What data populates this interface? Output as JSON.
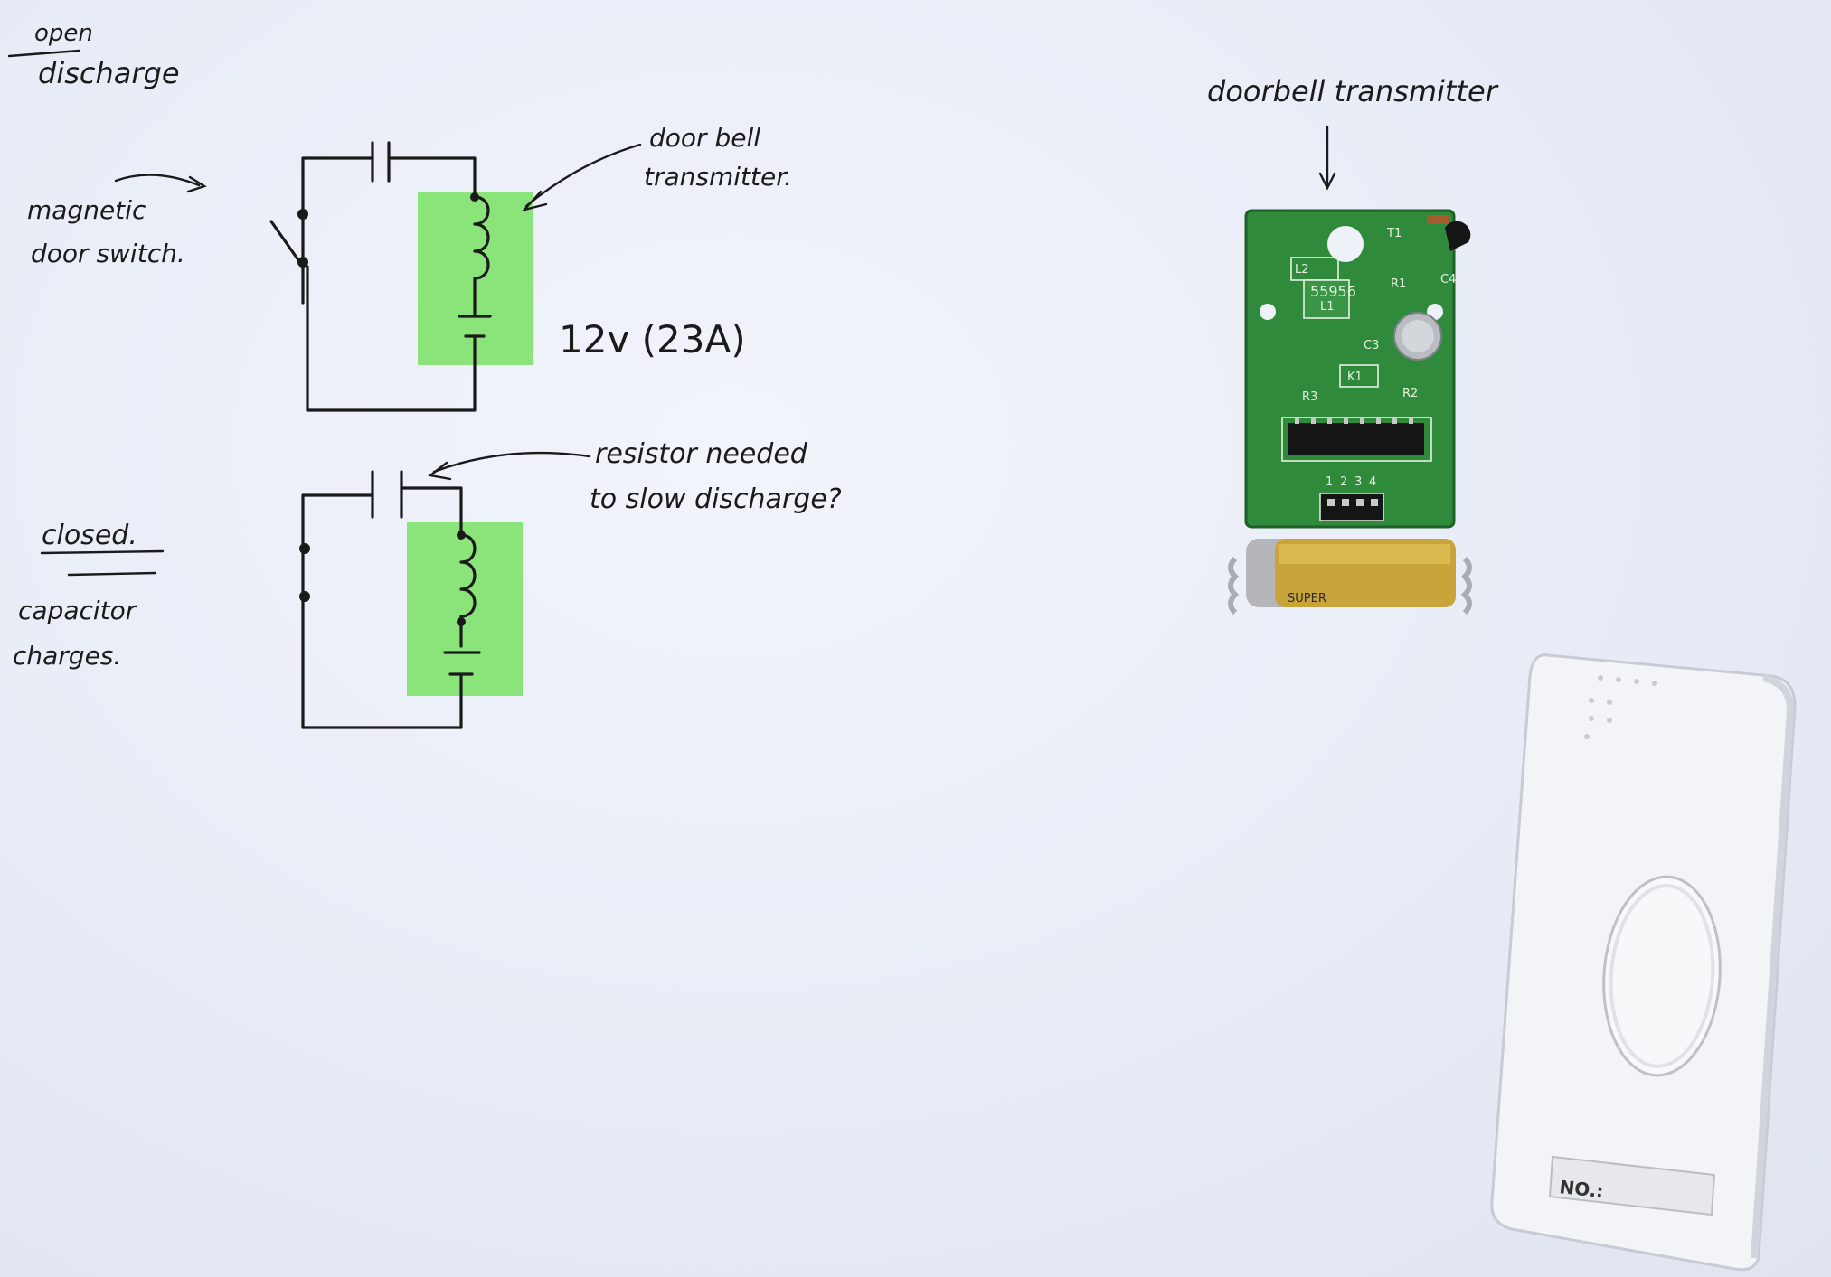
{
  "labels": {
    "open": "open",
    "discharge": "discharge",
    "magnetic": "magnetic",
    "door_switch": "door switch.",
    "door_bell": "door bell",
    "transmitter": "transmitter.",
    "voltage": "12v (23A)",
    "resistor_line1": "resistor needed",
    "resistor_line2": "to slow discharge?",
    "closed": "closed.",
    "capacitor": "capacitor",
    "charges": "charges.",
    "photo_caption": "doorbell transmitter"
  },
  "pcb": {
    "part_number": "55956",
    "components": [
      "L2",
      "T1",
      "R1",
      "C4",
      "L1",
      "C3",
      "K1",
      "R3",
      "R2"
    ],
    "header_pins": [
      "1",
      "2",
      "3",
      "4"
    ],
    "battery_text": "SUPER"
  },
  "doorbell_unit": {
    "label": "NO.:"
  },
  "colors": {
    "paper": "#eef1f8",
    "ink": "#1a1a1a",
    "highlighter": "#7ee26b",
    "pcb_green": "#2f8a3c"
  }
}
